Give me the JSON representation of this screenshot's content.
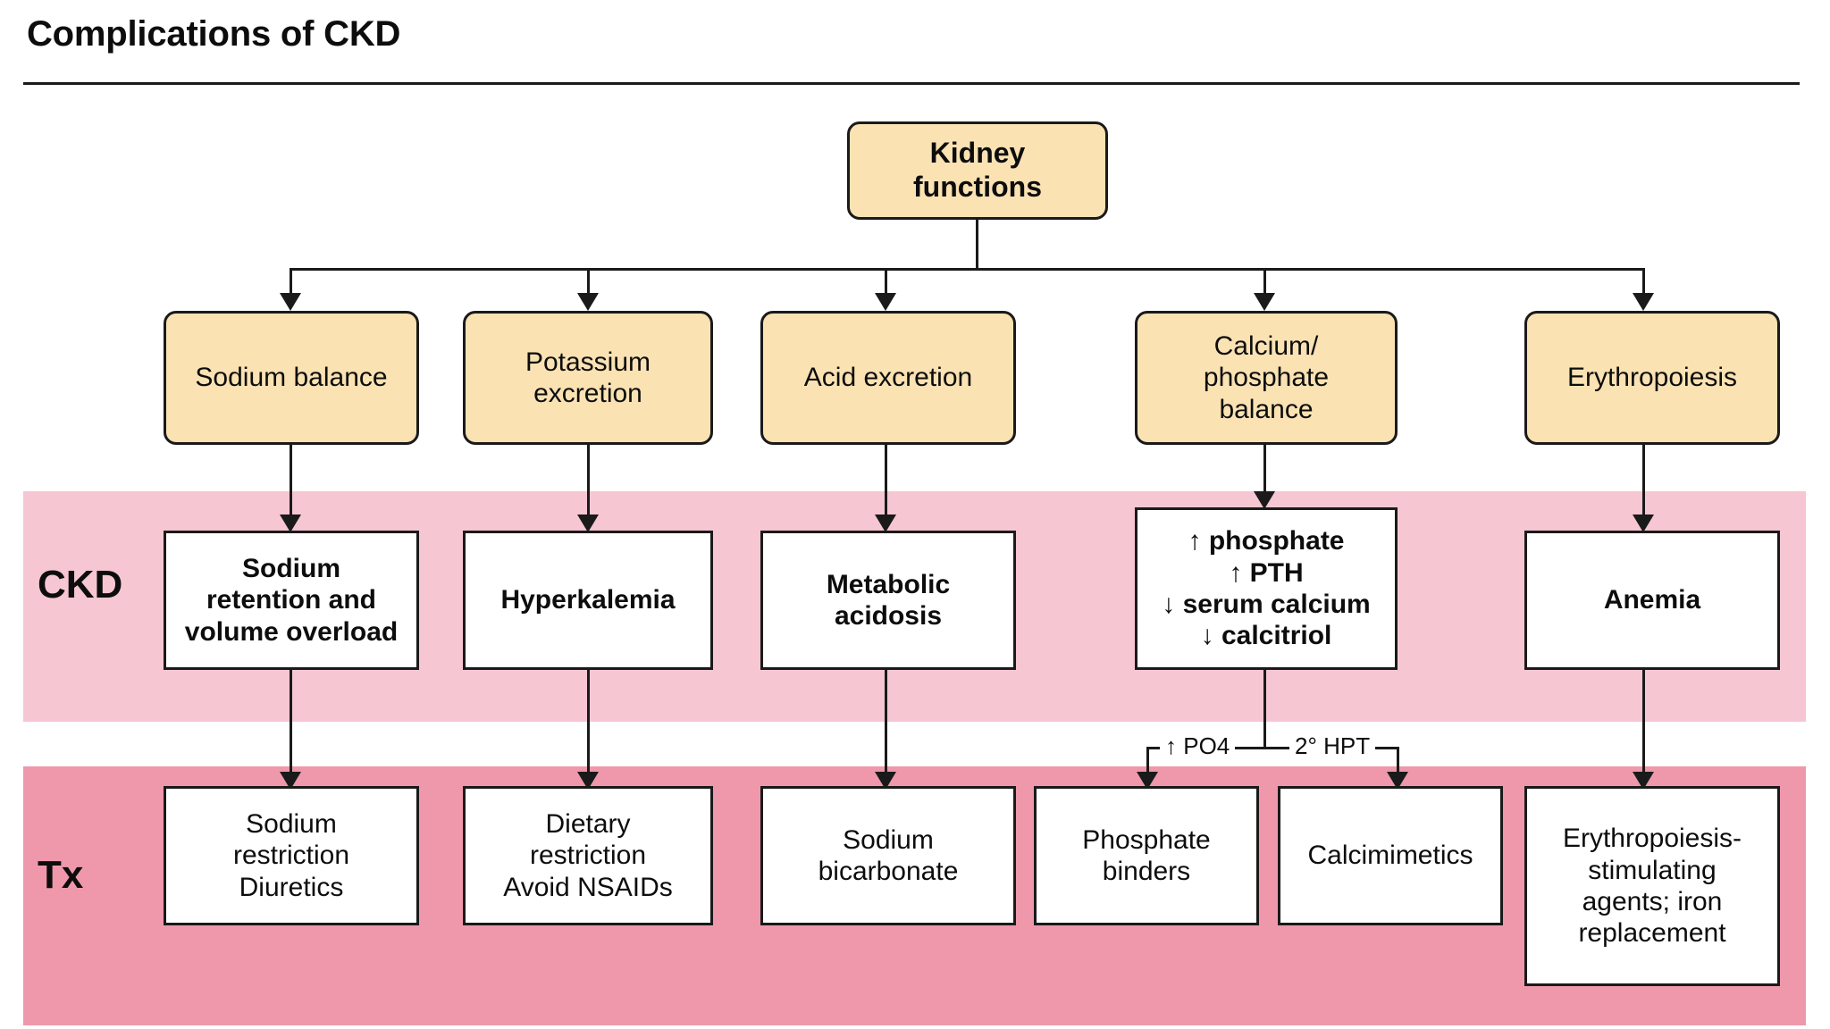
{
  "page": {
    "title": "Complications of CKD",
    "background": "#ffffff"
  },
  "colors": {
    "tan_box": "#fae2b3",
    "ckd_band": "#f6c6d2",
    "tx_band": "#ef98ab",
    "white_box": "#ffffff",
    "stroke": "#1a1a1a"
  },
  "bands": {
    "ckd_label": "CKD",
    "tx_label": "Tx"
  },
  "root_box": {
    "line1": "Kidney",
    "line2": "functions"
  },
  "functions": [
    {
      "id": "sodium-balance",
      "lines": [
        "Sodium balance"
      ]
    },
    {
      "id": "potassium-excretion",
      "lines": [
        "Potassium",
        "excretion"
      ]
    },
    {
      "id": "acid-excretion",
      "lines": [
        "Acid excretion"
      ]
    },
    {
      "id": "calcium-phosphate-balance",
      "lines": [
        "Calcium/",
        "phosphate",
        "balance"
      ]
    },
    {
      "id": "erythropoiesis",
      "lines": [
        "Erythropoiesis"
      ]
    }
  ],
  "ckd_effects": [
    {
      "id": "sodium-retention",
      "lines": [
        "Sodium",
        "retention and",
        "volume overload"
      ]
    },
    {
      "id": "hyperkalemia",
      "lines": [
        "Hyperkalemia"
      ]
    },
    {
      "id": "metabolic-acidosis",
      "lines": [
        "Metabolic",
        "acidosis"
      ]
    },
    {
      "id": "mineral-bone-disorder",
      "lines": [
        "↑ phosphate",
        "↑ PTH",
        "↓ serum calcium",
        "↓ calcitriol"
      ]
    },
    {
      "id": "anemia",
      "lines": [
        "Anemia"
      ]
    }
  ],
  "treatments": [
    {
      "id": "sodium-restriction-diuretics",
      "lines": [
        "Sodium",
        "restriction",
        "Diuretics"
      ]
    },
    {
      "id": "dietary-restriction-avoid-nsaids",
      "lines": [
        "Dietary",
        "restriction",
        "Avoid NSAIDs"
      ]
    },
    {
      "id": "sodium-bicarbonate",
      "lines": [
        "Sodium",
        "bicarbonate"
      ]
    },
    {
      "id": "phosphate-binders",
      "lines": [
        "Phosphate",
        "binders"
      ]
    },
    {
      "id": "calcimimetics",
      "lines": [
        "Calcimimetics"
      ]
    },
    {
      "id": "esa-iron",
      "lines": [
        "Erythropoiesis-",
        "stimulating",
        "agents; iron",
        "replacement"
      ]
    }
  ],
  "edge_labels": {
    "left_branch": "↑ PO4",
    "right_branch": "2° HPT"
  }
}
